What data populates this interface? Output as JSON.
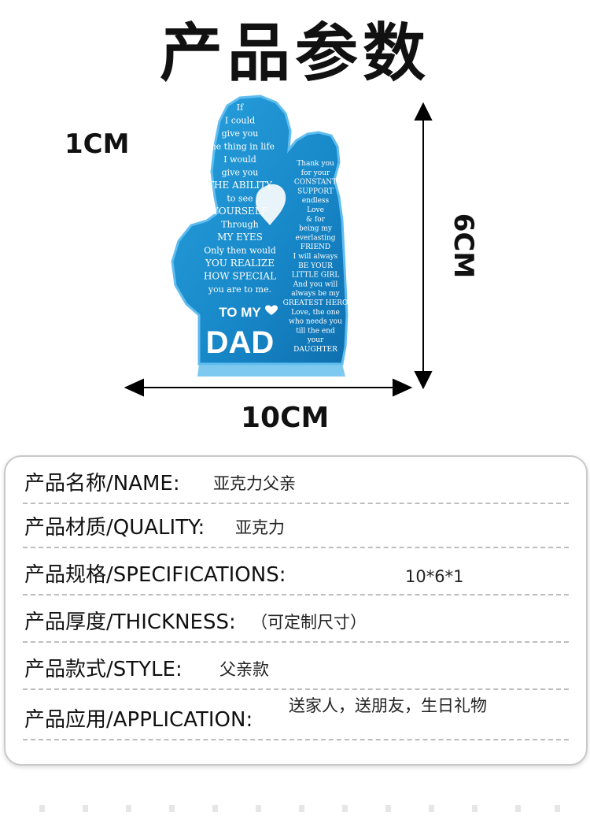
{
  "title": "产品参数",
  "dimensions": {
    "thickness": "1CM",
    "width": "10CM",
    "height": "6CM"
  },
  "product_image": {
    "left_column": [
      "If",
      "I could",
      "give you",
      "one thing in life",
      "I would",
      "give you",
      "THE ABILITY",
      "to see",
      "YOURSELF",
      "Through",
      "MY EYES",
      "Only then would",
      "YOU REALIZE",
      "HOW SPECIAL",
      "you are to me."
    ],
    "right_column": [
      "Thank you",
      "for your",
      "CONSTANT",
      "SUPPORT",
      "endless",
      "Love",
      "& for",
      "being my",
      "everlasting",
      "FRIEND",
      "I will always",
      "BE YOUR",
      "LITTLE GIRL",
      "And you will",
      "always be my",
      "GREATEST HERO",
      "Love, the one",
      "who needs you",
      "till the end",
      "your",
      "DAUGHTER"
    ],
    "to_my": "TO MY",
    "dad": "DAD",
    "colors": {
      "acrylic": "#1b8fd0",
      "acrylic_dark": "#0d6aa8",
      "edge": "#57b7ea"
    }
  },
  "specs": [
    {
      "label": "产品名称/NAME:",
      "value": "亚克力父亲"
    },
    {
      "label": "产品材质/QUALITY:",
      "value": "亚克力"
    },
    {
      "label": "产品规格/SPECIFICATIONS:",
      "value": "10*6*1"
    },
    {
      "label": "产品厚度/THICKNESS:",
      "value": "（可定制尺寸）"
    },
    {
      "label": "产品款式/STYLE:",
      "value": "父亲款"
    },
    {
      "label": "产品应用/APPLICATION:",
      "value": "送家人，送朋友，生日礼物"
    }
  ]
}
